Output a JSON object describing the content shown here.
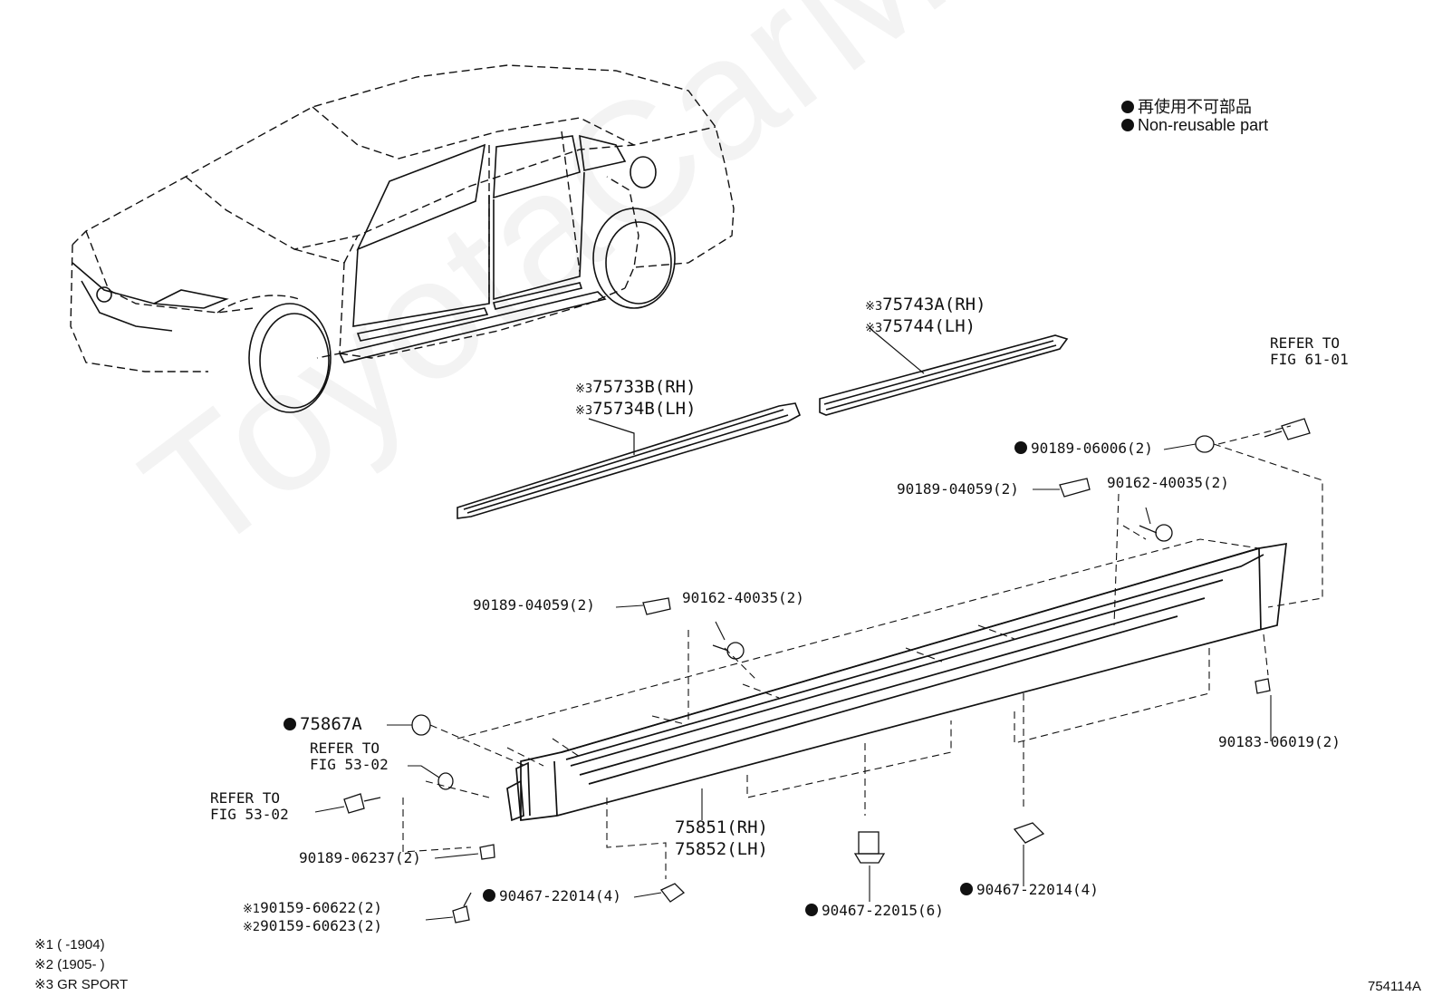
{
  "legend": {
    "line_jp": "再使用不可部品",
    "line_en": "Non-reusable part"
  },
  "watermark": "ToyotaCarMine.ru",
  "parts": {
    "p75743A": "75743A(RH)",
    "p75744": "75744(LH)",
    "p75733B": "75733B(RH)",
    "p75734B": "75734B(LH)",
    "p75851": "75851(RH)",
    "p75852": "75852(LH)",
    "p75867A": "75867A",
    "p90189_06006": "90189-06006(2)",
    "p90189_04059_a": "90189-04059(2)",
    "p90162_40035_a": "90162-40035(2)",
    "p90189_04059_b": "90189-04059(2)",
    "p90162_40035_b": "90162-40035(2)",
    "p90183_06019": "90183-06019(2)",
    "p90189_06237": "90189-06237(2)",
    "p90159_60622": "90159-60622(2)",
    "p90159_60623": "90159-60623(2)",
    "p90467_22014_a": "90467-22014(4)",
    "p90467_22015": "90467-22015(6)",
    "p90467_22014_b": "90467-22014(4)",
    "refer_61_line1": "REFER TO",
    "refer_61_line2": "FIG 61-01",
    "refer_53a_line1": "REFER TO",
    "refer_53a_line2": "FIG 53-02",
    "refer_53b_line1": "REFER TO",
    "refer_53b_line2": "FIG 53-02"
  },
  "prefixes": {
    "x1": "※1",
    "x2": "※2",
    "x3": "※3"
  },
  "notes": {
    "n1": "※1 (       -1904)",
    "n2": "※2 (1905-        )",
    "n3": "※3 GR SPORT"
  },
  "figure_code": "754114A"
}
